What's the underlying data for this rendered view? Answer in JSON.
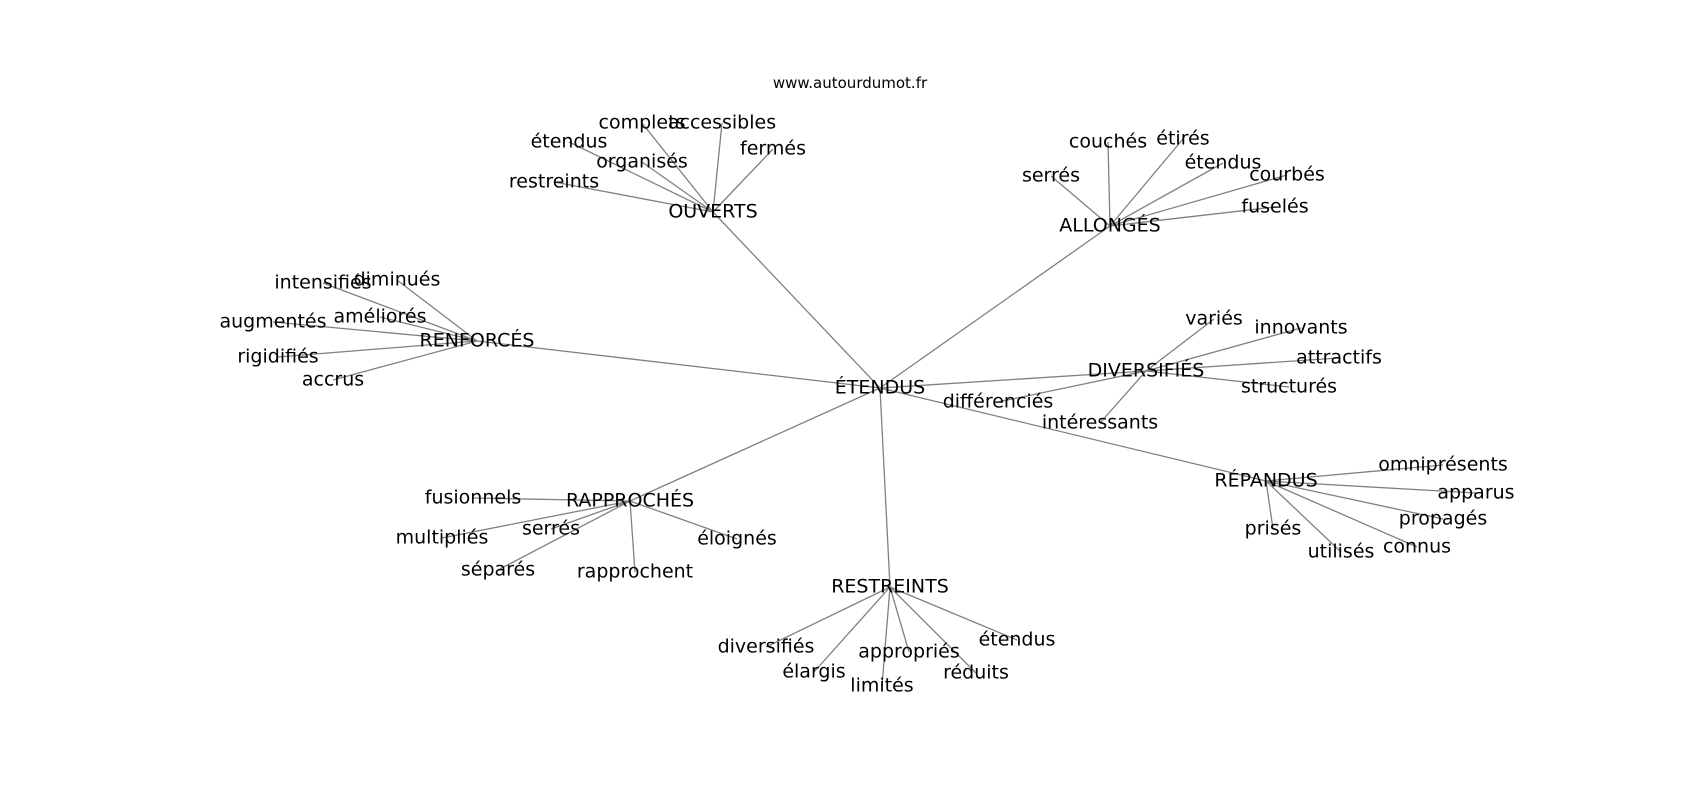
{
  "site": "www.autourdumot.fr",
  "graph": {
    "center": "ÉTENDUS",
    "hubs": [
      {
        "id": "ouverts",
        "label": "OUVERTS",
        "leaves": [
          "complets",
          "accessibles",
          "étendus",
          "fermés",
          "organisés",
          "restreints"
        ]
      },
      {
        "id": "allonges",
        "label": "ALLONGÉS",
        "leaves": [
          "couchés",
          "étirés",
          "serrés",
          "étendus",
          "courbés",
          "fuselés"
        ]
      },
      {
        "id": "renforces",
        "label": "RENFORCÉS",
        "leaves": [
          "intensifiés",
          "diminués",
          "améliorés",
          "augmentés",
          "rigidifiés",
          "accrus"
        ]
      },
      {
        "id": "diversifies",
        "label": "DIVERSIFIÉS",
        "leaves": [
          "variés",
          "innovants",
          "attractifs",
          "structurés",
          "différenciés",
          "intéressants"
        ]
      },
      {
        "id": "repandus",
        "label": "RÉPANDUS",
        "leaves": [
          "omniprésents",
          "apparus",
          "propagés",
          "prisés",
          "connus",
          "utilisés"
        ]
      },
      {
        "id": "rapproches",
        "label": "RAPPROCHÉS",
        "leaves": [
          "fusionnels",
          "multipliés",
          "serrés",
          "éloignés",
          "séparés",
          "rapprochent"
        ]
      },
      {
        "id": "restreints",
        "label": "RESTREINTS",
        "leaves": [
          "diversifiés",
          "appropriés",
          "étendus",
          "élargis",
          "réduits",
          "limités"
        ]
      }
    ]
  }
}
